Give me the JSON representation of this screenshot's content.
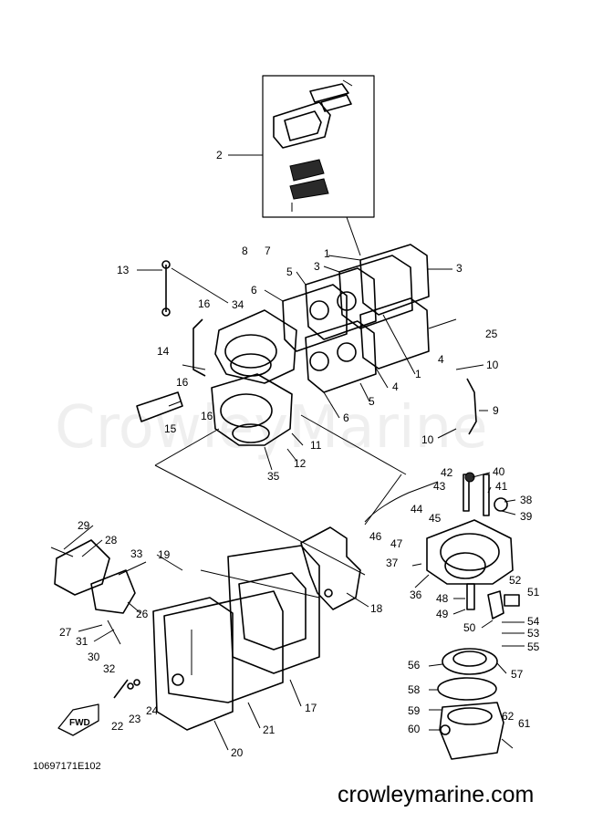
{
  "watermark": "CrowleyMarine",
  "drawing_code": "10697171E102",
  "site": "crowleymarine.com",
  "fwd_label": "FWD",
  "callouts": {
    "c1a": "1",
    "c1b": "1",
    "c2": "2",
    "c3a": "3",
    "c3b": "3",
    "c4a": "4",
    "c4b": "4",
    "c5a": "5",
    "c5b": "5",
    "c6a": "6",
    "c6b": "6",
    "c7": "7",
    "c8": "8",
    "c9": "9",
    "c10a": "10",
    "c10b": "10",
    "c11": "11",
    "c12": "12",
    "c13": "13",
    "c14": "14",
    "c15": "15",
    "c16a": "16",
    "c16b": "16",
    "c16c": "16",
    "c17": "17",
    "c18": "18",
    "c19": "19",
    "c20": "20",
    "c21": "21",
    "c22": "22",
    "c23": "23",
    "c24": "24",
    "c25": "25",
    "c26": "26",
    "c27": "27",
    "c28": "28",
    "c29": "29",
    "c30": "30",
    "c31": "31",
    "c32": "32",
    "c33": "33",
    "c34": "34",
    "c35": "35",
    "c36": "36",
    "c37": "37",
    "c38": "38",
    "c39": "39",
    "c40": "40",
    "c41": "41",
    "c42": "42",
    "c43": "43",
    "c44": "44",
    "c45": "45",
    "c46": "46",
    "c47": "47",
    "c48": "48",
    "c49": "49",
    "c50": "50",
    "c51": "51",
    "c52": "52",
    "c53": "53",
    "c54": "54",
    "c55": "55",
    "c56": "56",
    "c57": "57",
    "c58": "58",
    "c59": "59",
    "c60": "60",
    "c61": "61",
    "c62": "62"
  }
}
